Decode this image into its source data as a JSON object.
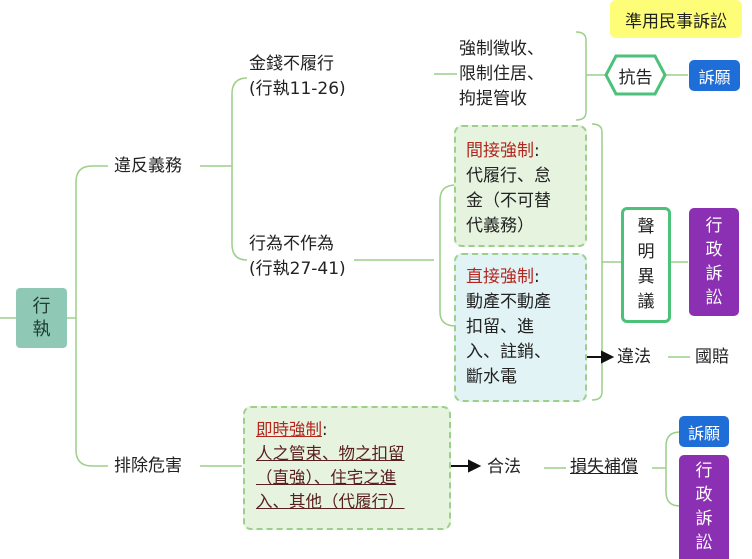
{
  "root": {
    "label": "行\n執"
  },
  "branch1": {
    "label": "違反義務",
    "money": {
      "title": "金錢不履行",
      "ref": "(行執11-26)"
    },
    "act": {
      "title": "行為不作為",
      "ref": "(行執27-41)"
    }
  },
  "money_measures": "強制徵收、\n限制住居、\n拘提管收",
  "kangao": "抗告",
  "suyuan_top": "訴願",
  "civil_tag": "準用民事訴訟",
  "indirect": {
    "title": "間接強制",
    "colon": ":",
    "body": "代履行、怠\n金（不可替\n代義務）"
  },
  "direct": {
    "title": "直接強制",
    "colon": ":",
    "body": "動產不動產\n扣留、進\n入、註銷、\n斷水電"
  },
  "shengming": "聲\n明\n異\n議",
  "admin_top": "行\n政\n訴\n訟",
  "illegal": "違法",
  "compensation": "國賠",
  "branch2": {
    "label": "排除危害"
  },
  "immediate": {
    "title": "即時強制",
    "colon": ":",
    "line1": "人之管束、物之扣留",
    "line2": "（直強）、住宅之進",
    "line3": "入、其他（代履行）"
  },
  "legal": "合法",
  "loss": "損失補償",
  "suyuan_bottom": "訴願",
  "admin_bottom": "行\n政\n訴\n訟",
  "colors": {
    "root": "#8fc9b6",
    "lines": "#9ccf8a",
    "blue": "#1f6ed8",
    "purple": "#8b2fb3",
    "yellow": "#fdfd78",
    "red": "#b5261f"
  }
}
